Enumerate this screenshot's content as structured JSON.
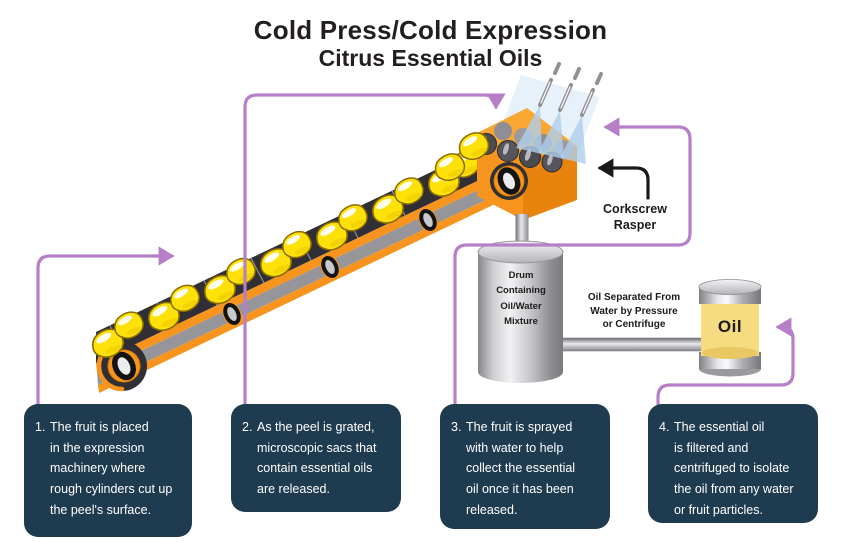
{
  "title": {
    "line1": "Cold Press/Cold Expression",
    "line2": "Citrus Essential Oils"
  },
  "machine_labels": {
    "corkscrew_rasper": [
      "Corkscrew",
      "Rasper"
    ],
    "drum": [
      "Drum",
      "Containing",
      "Oil/Water",
      "Mixture"
    ],
    "oil_separated": [
      "Oil Separated From",
      "Water by Pressure",
      "or Centrifuge"
    ],
    "oil_container": "Oil"
  },
  "steps": [
    {
      "num": "1.",
      "text": [
        "The fruit is placed",
        "in the expression",
        "machinery where",
        "rough cylinders cut up",
        "the peel's surface."
      ]
    },
    {
      "num": "2.",
      "text": [
        "As the peel is grated,",
        "microscopic sacs that",
        "contain essential oils",
        "are released."
      ]
    },
    {
      "num": "3.",
      "text": [
        "The fruit is sprayed",
        "with water to help",
        "collect the essential",
        "oil once it has been",
        "released."
      ]
    },
    {
      "num": "4.",
      "text": [
        "The essential oil",
        "is filtered and",
        "centrifuged to isolate",
        "the oil from any water",
        "or fruit particles."
      ]
    }
  ],
  "icons": {
    "lemon": "lemon-fruit",
    "conveyor": "conveyor-belt",
    "sprayers": "water-spray-nozzles",
    "rasper": "corkscrew-rasper-machine",
    "drum": "collection-drum",
    "oil_can": "oil-container",
    "arrows": "process-connector-arrows"
  },
  "colors": {
    "step_box": "#1F3B4F",
    "connector": "#B67FC8",
    "machine_orange": "#F7941E",
    "machine_orange_dark": "#E8830D",
    "machine_orange_top": "#F9A733",
    "lemon_yellow": "#FFE10A",
    "belt_dark": "#2F2F35",
    "belt_panel": "#95959A",
    "oil_yellow": "#F6DC80",
    "spray_blue": "#AFCFEC",
    "text_dark": "#231F20",
    "arrow_black": "#1A1A1A"
  }
}
